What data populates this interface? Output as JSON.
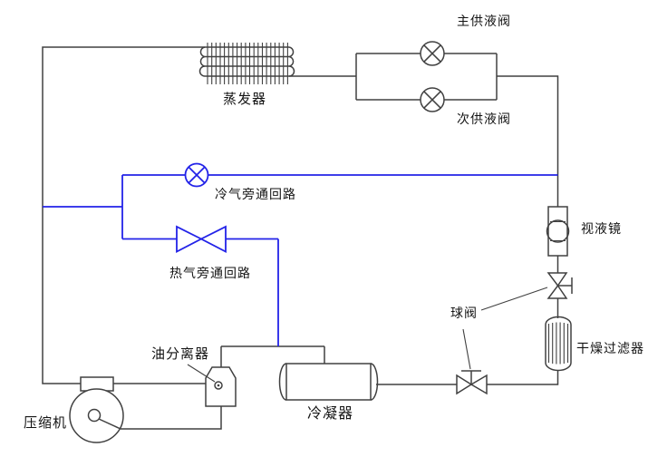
{
  "diagram": {
    "type": "refrigeration-system-piping-diagram",
    "colors": {
      "pipe_main": "#404040",
      "pipe_bypass": "#2323e8",
      "text": "#141414",
      "background": "#ffffff"
    },
    "labels": {
      "evaporator": "蒸发器",
      "main_supply_valve": "主供液阀",
      "secondary_supply_valve": "次供液阀",
      "cold_gas_bypass_loop": "冷气旁通回路",
      "hot_gas_bypass_loop": "热气旁通回路",
      "sight_glass": "视液镜",
      "ball_valve": "球阀",
      "dryer_filter": "干燥过滤器",
      "oil_separator": "油分离器",
      "compressor": "压缩机",
      "condenser": "冷凝器"
    }
  }
}
